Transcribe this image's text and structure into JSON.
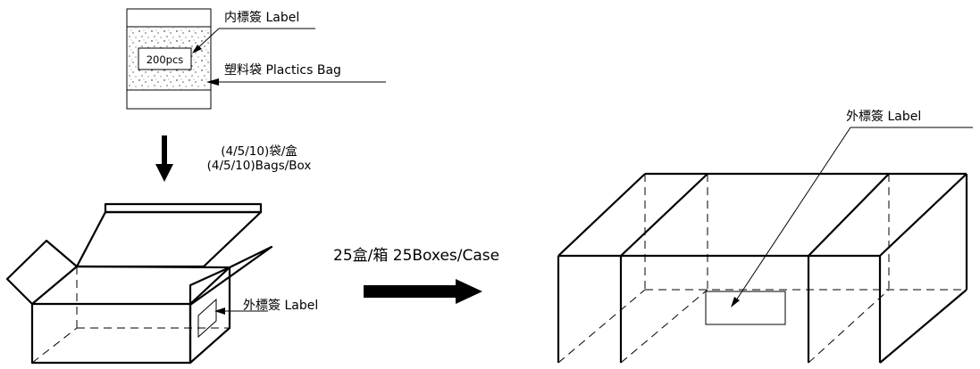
{
  "bag": {
    "count_label": "200pcs",
    "inner_label": "内標簽 Label",
    "bag_label": "塑料袋 Plactics Bag"
  },
  "step_bags_to_box": {
    "line1": "(4/5/10)袋/盒",
    "line2": "(4/5/10)Bags/Box"
  },
  "box": {
    "outer_label": "外標簽 Label"
  },
  "step_boxes_to_case": {
    "text": "25盒/箱 25Boxes/Case"
  },
  "case": {
    "outer_label": "外標簽 Label"
  }
}
